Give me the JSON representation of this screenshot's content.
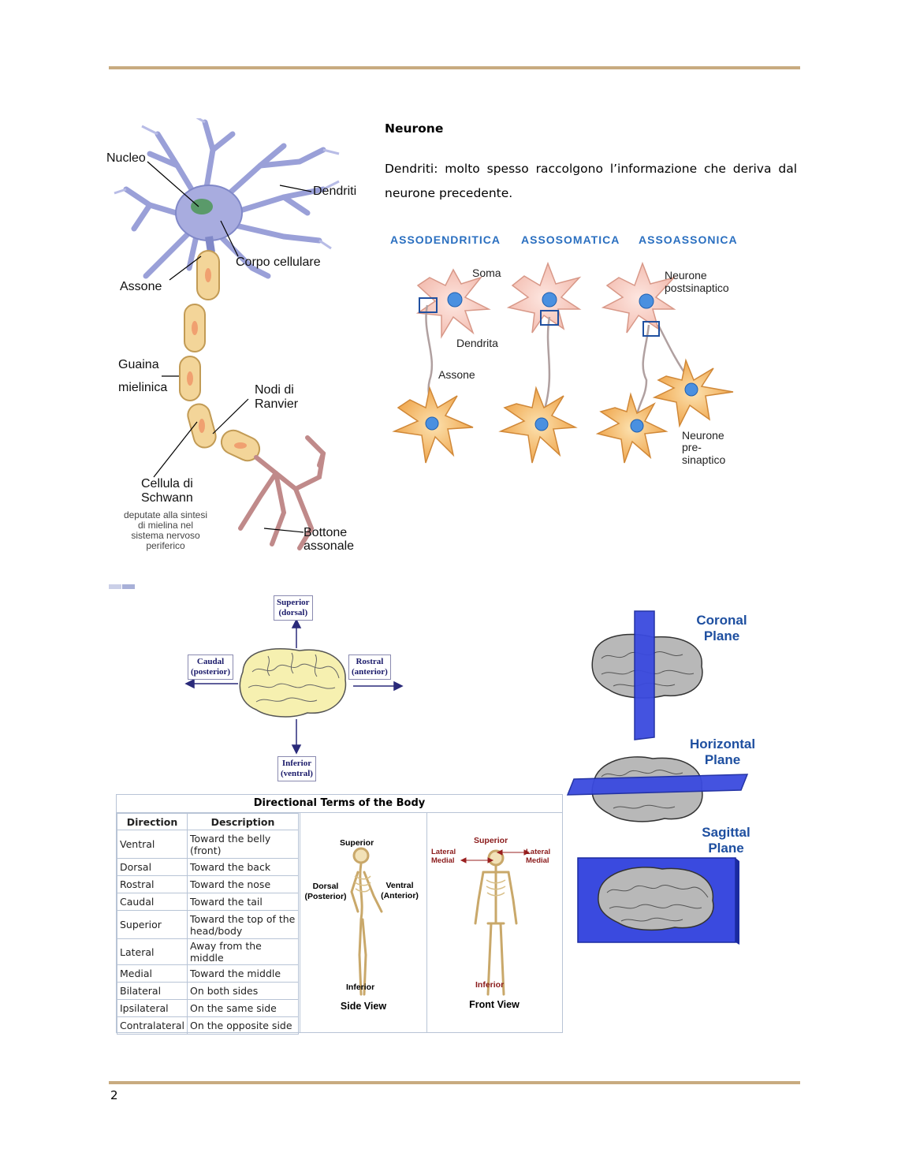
{
  "page": {
    "number": "2"
  },
  "text": {
    "heading": "Neurone",
    "paragraph": "Dendriti: molto spesso raccolgono l’informazione che deriva dal neurone precedente."
  },
  "neuron_diagram": {
    "labels": {
      "nucleo": "Nucleo",
      "dendriti": "Dendriti",
      "corpo": "Corpo cellulare",
      "assone": "Assone",
      "guaina1": "Guaina",
      "guaina2": "mielinica",
      "nodi1": "Nodi di",
      "nodi2": "Ranvier",
      "schwann1": "Cellula di",
      "schwann2": "Schwann",
      "dep1": "deputate alla sintesi",
      "dep2": "di mielina nel",
      "dep3": "sistema nervoso",
      "dep4": "periferico",
      "bottone1": "Bottone",
      "bottone2": "assonale"
    }
  },
  "synapse_diagram": {
    "titles": [
      "ASSODENDRITICA",
      "ASSOSOMATICA",
      "ASSOASSONICA"
    ],
    "labels": {
      "soma": "Soma",
      "dendrita": "Dendrita",
      "assone": "Assone",
      "post1": "Neurone",
      "post2": "postsinaptico",
      "pre1": "Neurone",
      "pre2": "pre-",
      "pre3": "sinaptico"
    }
  },
  "brain_directions": {
    "superior1": "Superior",
    "superior2": "(dorsal)",
    "caudal1": "Caudal",
    "caudal2": "(posterior)",
    "rostral1": "Rostral",
    "rostral2": "(anterior)",
    "inferior1": "Inferior",
    "inferior2": "(ventral)"
  },
  "planes": {
    "coronal1": "Coronal",
    "coronal2": "Plane",
    "horizontal1": "Horizontal",
    "horizontal2": "Plane",
    "sagittal1": "Sagittal",
    "sagittal2": "Plane"
  },
  "directional_table": {
    "title": "Directional Terms of the Body",
    "headers": [
      "Direction",
      "Description"
    ],
    "rows": [
      [
        "Ventral",
        "Toward the belly (front)"
      ],
      [
        "Dorsal",
        "Toward the back"
      ],
      [
        "Rostral",
        "Toward the nose"
      ],
      [
        "Caudal",
        "Toward the tail"
      ],
      [
        "Superior",
        "Toward the top of the head/body"
      ],
      [
        "Lateral",
        "Away from the middle"
      ],
      [
        "Medial",
        "Toward the middle"
      ],
      [
        "Bilateral",
        "On both sides"
      ],
      [
        "Ipsilateral",
        "On the same side"
      ],
      [
        "Contralateral",
        "On the opposite side"
      ]
    ],
    "side_view": {
      "superior": "Superior",
      "dorsal1": "Dorsal",
      "dorsal2": "(Posterior)",
      "ventral1": "Ventral",
      "ventral2": "(Anterior)",
      "inferior": "Inferior",
      "caption": "Side View"
    },
    "front_view": {
      "superior": "Superior",
      "lateral_l": "Lateral",
      "medial_l": "Medial",
      "lateral_r": "Lateral",
      "medial_r": "Medial",
      "inferior": "Inferior",
      "caption": "Front View"
    }
  }
}
